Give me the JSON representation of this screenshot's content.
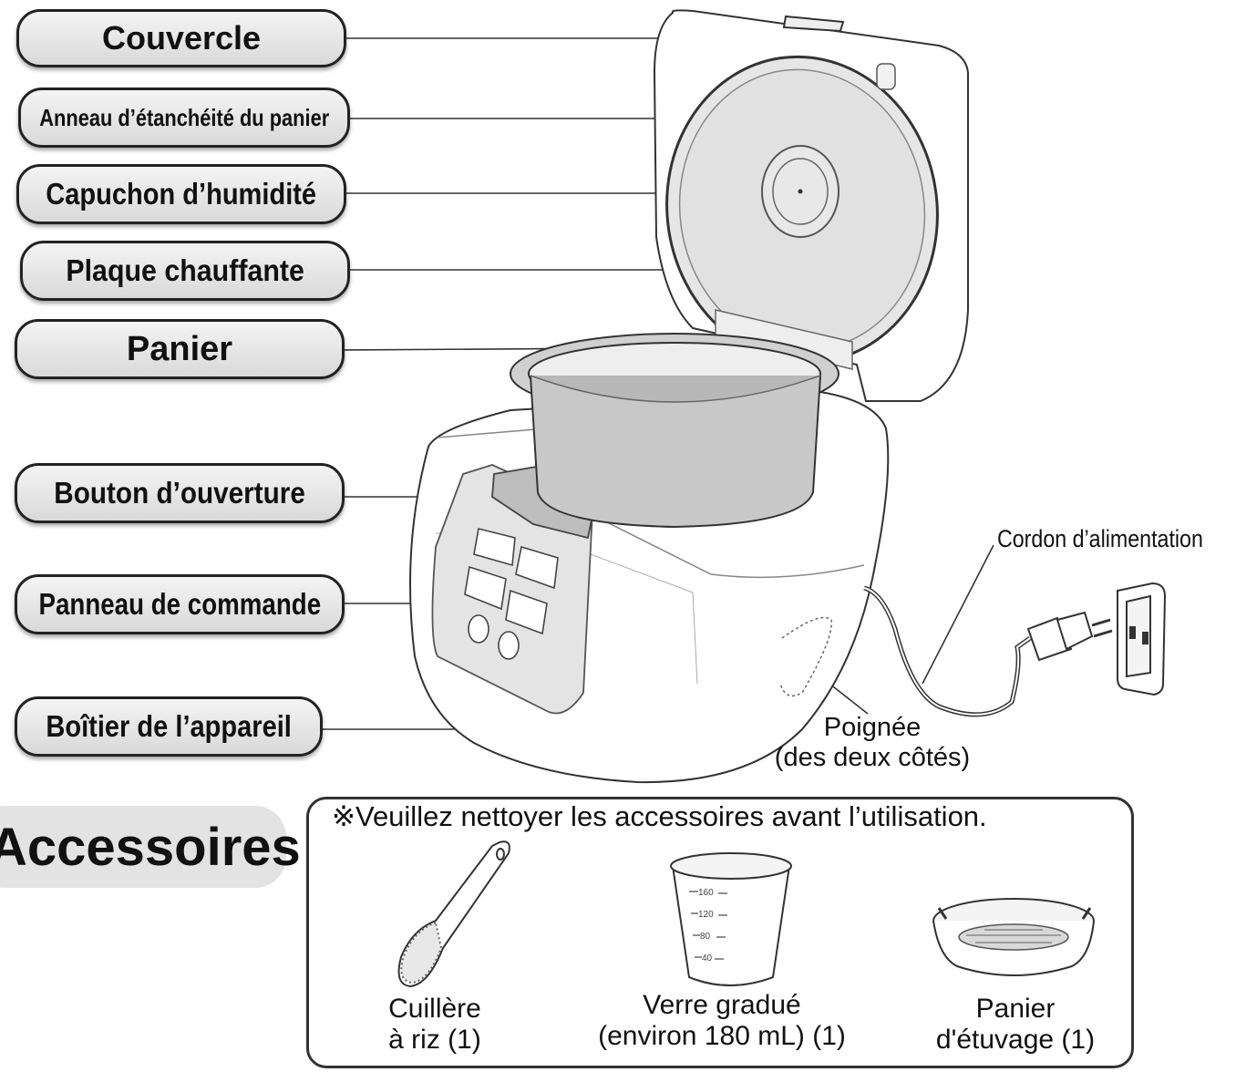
{
  "labels": {
    "couvercle": "Couvercle",
    "anneau": "Anneau d’étanchéité du panier",
    "capuchon": "Capuchon d’humidité",
    "plaque": "Plaque chauffante",
    "panier": "Panier",
    "bouton": "Bouton d’ouverture",
    "panneau": "Panneau de commande",
    "boitier": "Boîtier de l’appareil",
    "cordon": "Cordon d’alimentation",
    "poignee_line1": "Poignée",
    "poignee_line2": "(des deux côtés)"
  },
  "accessories": {
    "title": "Accessoires",
    "note": "※Veuillez nettoyer les accessoires avant l’utilisation.",
    "items": [
      {
        "line1": "Cuillère",
        "line2": "à riz (1)",
        "icon": "rice-spoon-icon"
      },
      {
        "line1": "Verre gradué",
        "line2": "(environ 180 mL) (1)",
        "icon": "measuring-cup-icon"
      },
      {
        "line1": "Panier",
        "line2": "d'étuvage (1)",
        "icon": "steam-basket-icon"
      }
    ],
    "cup_marks": [
      "160",
      "120",
      "80",
      "40"
    ]
  },
  "colors": {
    "pill_fill": "#dcdcdc",
    "outline": "#222222",
    "title_bg": "#e3e3e3"
  }
}
